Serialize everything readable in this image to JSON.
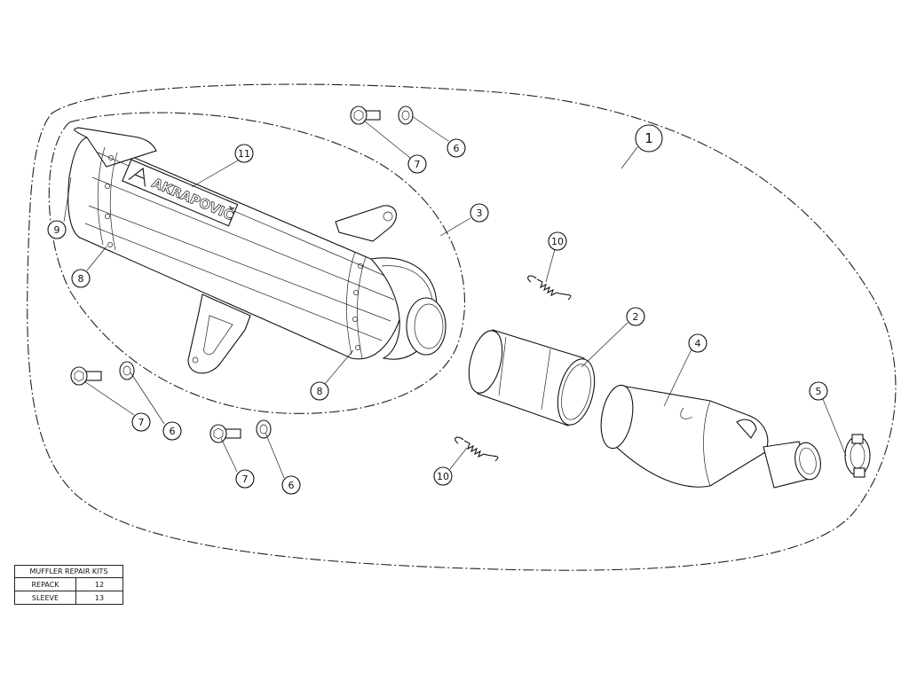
{
  "brand": {
    "logo_text": "AKRAPOVIČ"
  },
  "callouts": [
    {
      "id": "c1",
      "label": "1"
    },
    {
      "id": "c2",
      "label": "2"
    },
    {
      "id": "c3",
      "label": "3"
    },
    {
      "id": "c4",
      "label": "4"
    },
    {
      "id": "c5",
      "label": "5"
    },
    {
      "id": "c6a",
      "label": "6"
    },
    {
      "id": "c6b",
      "label": "6"
    },
    {
      "id": "c6c",
      "label": "6"
    },
    {
      "id": "c7a",
      "label": "7"
    },
    {
      "id": "c7b",
      "label": "7"
    },
    {
      "id": "c7c",
      "label": "7"
    },
    {
      "id": "c8a",
      "label": "8"
    },
    {
      "id": "c8b",
      "label": "8"
    },
    {
      "id": "c9",
      "label": "9"
    },
    {
      "id": "c10a",
      "label": "10"
    },
    {
      "id": "c10b",
      "label": "10"
    },
    {
      "id": "c11",
      "label": "11"
    }
  ],
  "repair_kits": {
    "title": "MUFFLER REPAIR KITS",
    "rows": [
      {
        "name": "REPACK",
        "number": "12"
      },
      {
        "name": "SLEEVE",
        "number": "13"
      }
    ]
  }
}
